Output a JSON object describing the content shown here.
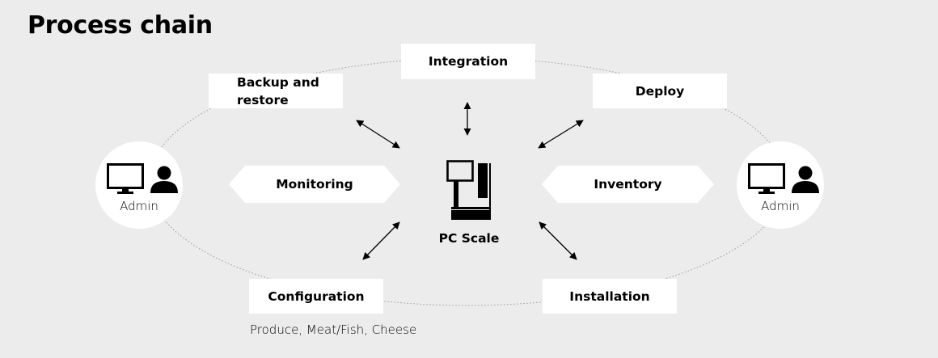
{
  "title": "Process chain",
  "nodes": {
    "integration": "Integration",
    "backup": "Backup and restore",
    "deploy": "Deploy",
    "monitoring": "Monitoring",
    "inventory": "Inventory",
    "configuration": "Configuration",
    "configuration_sub": "Produce, Meat/Fish, Cheese",
    "installation": "Installation",
    "center": "PC Scale"
  },
  "admins": [
    {
      "label": "Admin",
      "icons": [
        "monitor-icon",
        "person-icon"
      ]
    },
    {
      "label": "Admin",
      "icons": [
        "monitor-icon",
        "person-icon"
      ]
    }
  ],
  "colors": {
    "background": "#ececec",
    "box": "#ffffff",
    "text": "#000000",
    "ellipse": "#9a9a9a"
  },
  "icons": {
    "center": "pc-scale-icon",
    "connectors": "double-arrow-icon"
  }
}
